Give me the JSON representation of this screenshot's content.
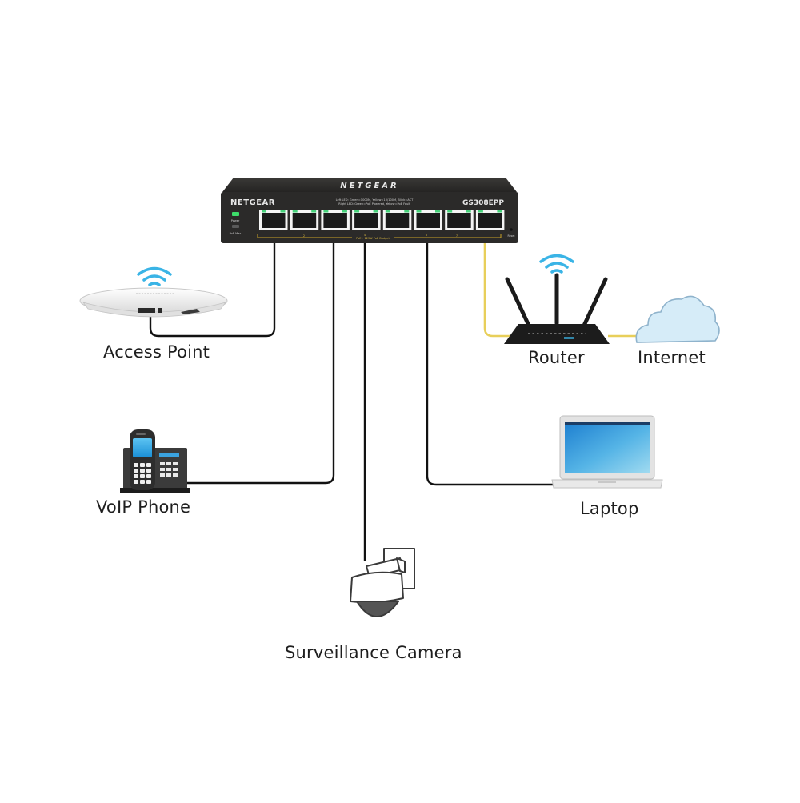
{
  "diagram": {
    "title": "PoE Switch Network Topology",
    "switch": {
      "brand_top": "NETGEAR",
      "brand_front": "NETGEAR",
      "model": "GS308EPP",
      "led_labels": [
        "Power",
        "PoE Max"
      ],
      "port_count": 8,
      "info_text_line1": "Left LED: Green=1000M, Yellow=10/100M, Blink=ACT",
      "info_text_line2": "Right LED: Green=PoE Powered, Yellow=PoE Fault",
      "poe_strip_label": "PoE+ 123W PoE Budget",
      "port_numbers": [
        "2",
        "4",
        "6",
        "7"
      ],
      "reset_label": "Reset"
    },
    "nodes": [
      {
        "id": "access-point",
        "label": "Access Point",
        "port": 1,
        "cable_color": "#111111"
      },
      {
        "id": "voip-phone",
        "label": "VoIP Phone",
        "port": 3,
        "cable_color": "#111111"
      },
      {
        "id": "surveillance-camera",
        "label": "Surveillance Camera",
        "port": 4,
        "cable_color": "#111111"
      },
      {
        "id": "laptop",
        "label": "Laptop",
        "port": 6,
        "cable_color": "#111111"
      },
      {
        "id": "router",
        "label": "Router",
        "port": 8,
        "cable_color": "#e8cf5a"
      },
      {
        "id": "internet",
        "label": "Internet",
        "cable_color": "#e8cf5a"
      }
    ],
    "colors": {
      "wifi": "#3ab4e6",
      "uplink_cable": "#e8cf5a",
      "device_cable": "#111111",
      "switch_body": "#2b2a29",
      "poe_strip": "#c9a227",
      "cloud_fill": "#d6ecf8",
      "cloud_stroke": "#8fb3cc",
      "screen_blue": "#2a9fe0"
    }
  }
}
